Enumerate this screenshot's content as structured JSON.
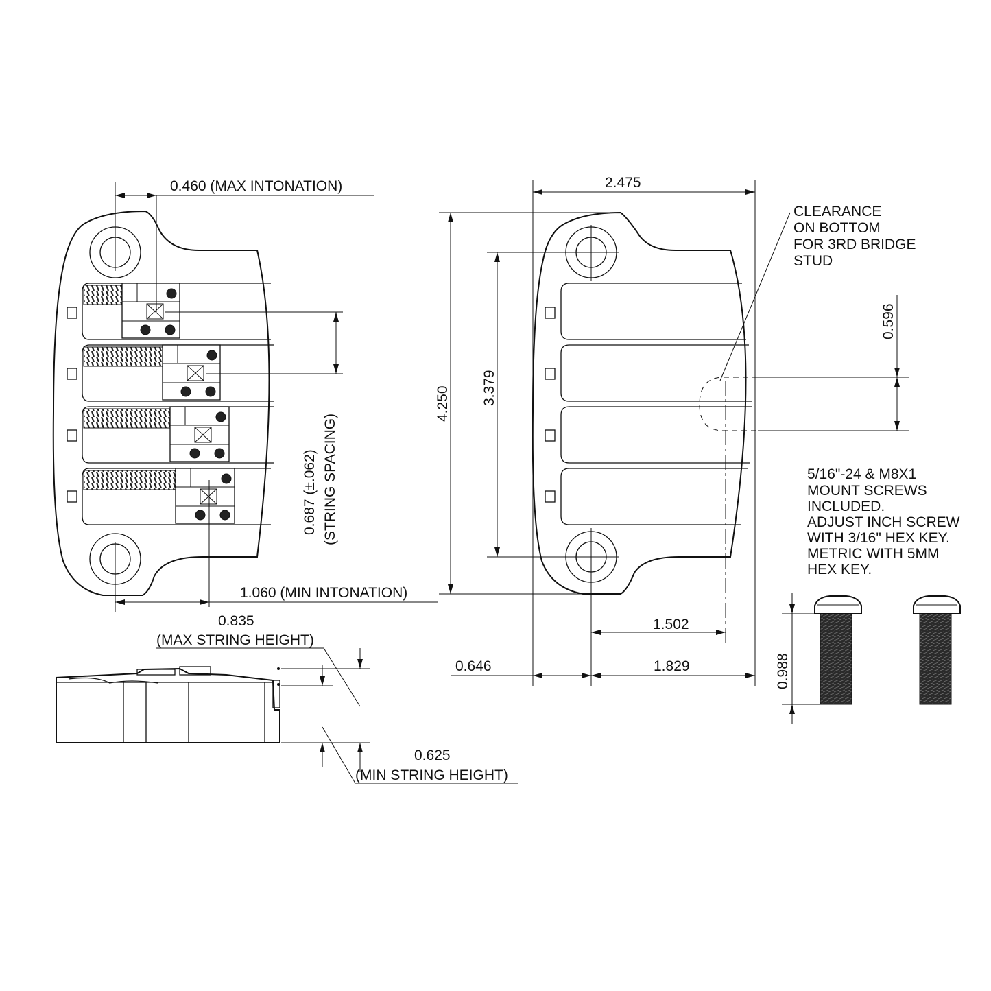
{
  "dims": {
    "max_intonation": "0.460 (MAX INTONATION)",
    "string_spacing_value": "0.687 (±.062)",
    "string_spacing_label": "(STRING SPACING)",
    "min_intonation": "1.060 (MIN INTONATION)",
    "max_height_value": "0.835",
    "max_height_label": "(MAX STRING HEIGHT)",
    "min_height_value": "0.625",
    "min_height_label": "(MIN STRING HEIGHT)",
    "width_total": "2.475",
    "height_total": "4.250",
    "hole_spacing": "3.379",
    "clearance_offset": "0.596",
    "stud_position": "1.502",
    "left_offset": "0.646",
    "right_offset": "1.829",
    "screw_length": "0.988"
  },
  "notes": {
    "clearance": [
      "CLEARANCE",
      "ON BOTTOM",
      "FOR 3RD BRIDGE",
      "STUD"
    ],
    "screws": [
      "5/16\"-24 & M8X1",
      "MOUNT SCREWS",
      "INCLUDED.",
      "ADJUST INCH SCREW",
      "WITH 3/16\" HEX KEY.",
      "METRIC WITH 5MM",
      "HEX KEY."
    ]
  }
}
